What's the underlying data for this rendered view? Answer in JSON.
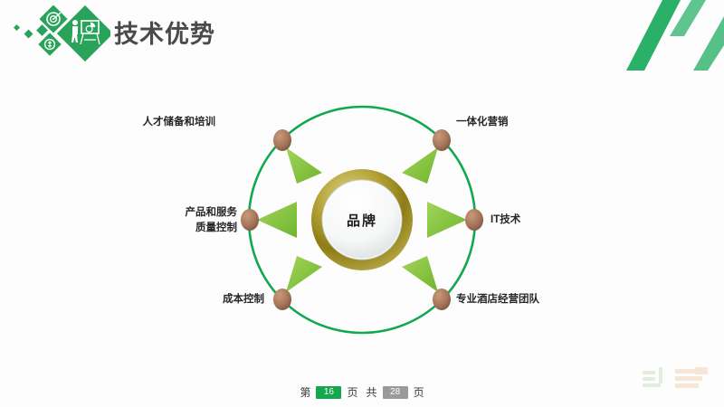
{
  "header": {
    "title": "技术优势",
    "logo_icon": "presentation-diamond-icon",
    "decor_icons": [
      "target-diamond-icon",
      "coin-diamond-icon",
      "small-square-icon"
    ],
    "corner_decor": "diagonal-stripes"
  },
  "colors": {
    "brand_green": "#12a84f",
    "arrow_green": "#8cc63f",
    "node_brown": "#a9785c",
    "center_gold": "#a08c2a",
    "title_gray": "#4a4a4a",
    "badge_current": "#14a84e",
    "badge_total": "#9a9a9a"
  },
  "diagram": {
    "center_label": "品牌",
    "nodes": [
      {
        "id": "talent",
        "label": "人才储备和培训",
        "position": "top-left"
      },
      {
        "id": "marketing",
        "label": "一体化营销",
        "position": "top-right"
      },
      {
        "id": "it",
        "label": "IT技术",
        "position": "right"
      },
      {
        "id": "team",
        "label": "专业酒店经营团队",
        "position": "bottom-right"
      },
      {
        "id": "cost",
        "label": "成本控制",
        "position": "bottom-left"
      },
      {
        "id": "quality",
        "label": "产品和服务\n质量控制",
        "label_line1": "产品和服务",
        "label_line2": "质量控制",
        "position": "left"
      }
    ]
  },
  "footer": {
    "prefix": "第",
    "current_page": "16",
    "unit1": "页",
    "middle": "共",
    "total_pages": "28",
    "unit2": "页"
  }
}
